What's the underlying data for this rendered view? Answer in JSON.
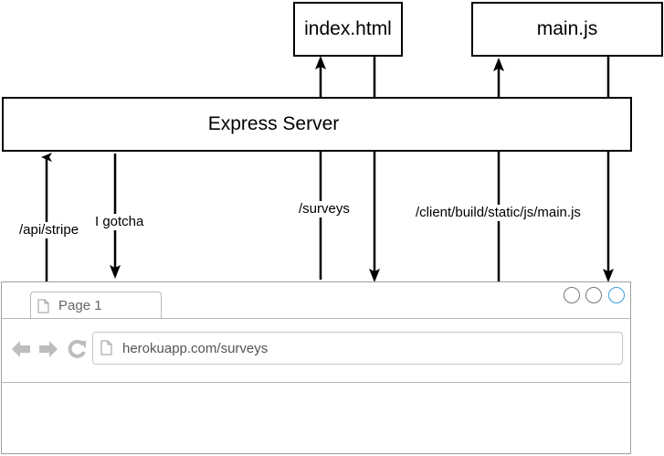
{
  "nodes": {
    "index_html": "index.html",
    "main_js": "main.js",
    "express_server": "Express Server"
  },
  "edges": {
    "api_stripe": "/api/stripe",
    "i_gotcha": "I gotcha",
    "surveys": "/surveys",
    "main_js_path": "/client/build/static/js/main.js"
  },
  "browser": {
    "tab_label": "Page 1",
    "url": "herokuapp.com/surveys",
    "nav_icons": [
      "back-arrow-icon",
      "forward-arrow-icon",
      "reload-icon"
    ],
    "window_buttons": [
      "minimize-circle",
      "maximize-circle",
      "close-circle"
    ],
    "active_button_color": "#3aa0d8"
  },
  "colors": {
    "line": "#000000",
    "browser_border": "#a0a0a0",
    "icon_gray": "#bdbdbd"
  }
}
